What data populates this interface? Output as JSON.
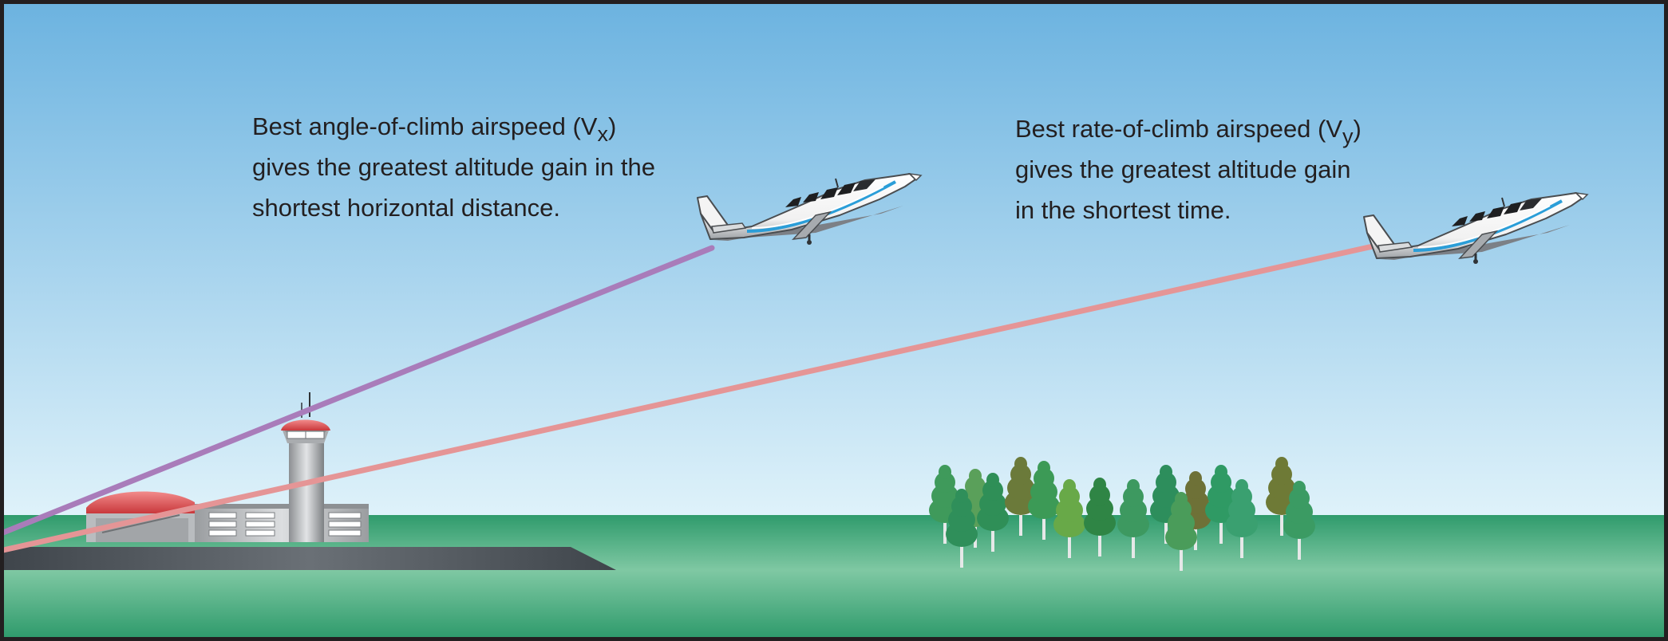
{
  "captions": {
    "vx": {
      "prefix": "Best angle-of-climb airspeed (V",
      "sub": "x",
      "suffix": ")",
      "line2": "gives the greatest altitude gain in the",
      "line3": "shortest horizontal distance."
    },
    "vy": {
      "prefix": "Best rate-of-climb airspeed (V",
      "sub": "y",
      "suffix": ")",
      "line2": "gives the greatest altitude gain",
      "line3": "in the shortest time."
    }
  },
  "colors": {
    "sky_top": "#6cb3e0",
    "sky_bottom": "#d6eef9",
    "ground": "#3aa377",
    "vx_path": "#a97cba",
    "vy_path": "#e59596",
    "runway": "#4d5359",
    "frame": "#231f20"
  }
}
